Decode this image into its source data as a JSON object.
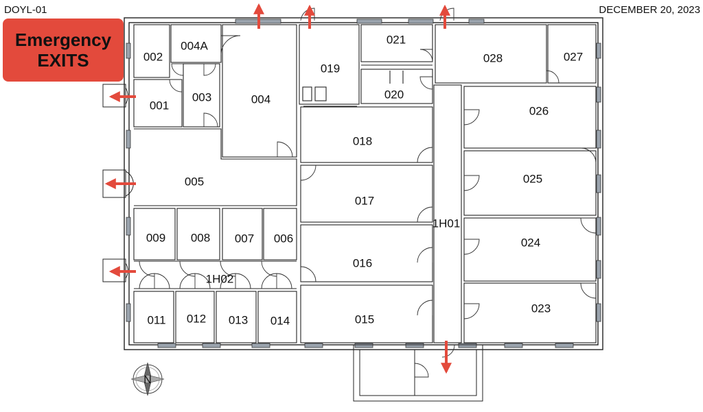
{
  "header": {
    "left": "DOYL-01",
    "right": "DECEMBER 20, 2023"
  },
  "legend": {
    "line1": "Emergency",
    "line2": "EXITS",
    "arrow_color": "#e34a3c"
  },
  "compass": {
    "label": "N"
  },
  "rooms": {
    "r002": "002",
    "r004a": "004A",
    "r001": "001",
    "r003": "003",
    "r004": "004",
    "r019": "019",
    "r021": "021",
    "r020": "020",
    "r028": "028",
    "r027": "027",
    "r026": "026",
    "r018": "018",
    "r005": "005",
    "r025": "025",
    "r017": "017",
    "r009": "009",
    "r008": "008",
    "r007": "007",
    "r006": "006",
    "r1h01": "1H01",
    "r024": "024",
    "r016": "016",
    "r1h02": "1H02",
    "r023": "023",
    "r011": "011",
    "r012": "012",
    "r013": "013",
    "r014": "014",
    "r015": "015"
  }
}
